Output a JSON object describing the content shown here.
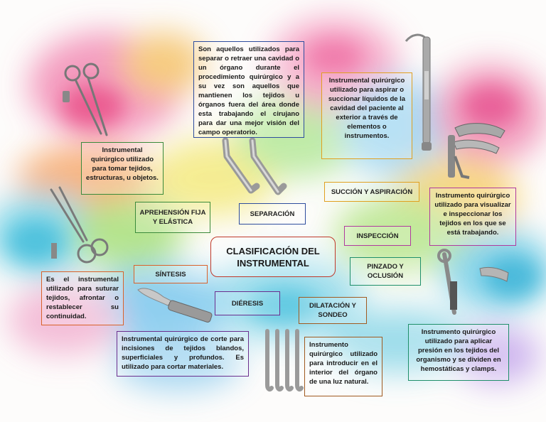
{
  "title": {
    "line1": "CLASIFICACIÓN DEL",
    "line2": "INSTRUMENTAL"
  },
  "categories": {
    "separacion": "SEPARACIÓN",
    "aprehension": "APREHENSIÓN FIJA Y ELÁSTICA",
    "sintesis": "SÍNTESIS",
    "dieresis": "DIÉRESIS",
    "succion": "SUCCIÓN Y ASPIRACIÓN",
    "inspeccion": "INSPECCIÓN",
    "pinzado": "PINZADO Y OCLUSIÓN",
    "dilatacion": "DILATACIÓN Y SONDEO"
  },
  "definitions": {
    "separacion": "Son aquellos utilizados para separar o retraer una cavidad o un órgano durante el procedimiento quirúrgico y a su vez son aquellos que mantienen los tejidos u órganos fuera del área donde esta trabajando el cirujano para dar una mejor visión del campo operatorio.",
    "aprehension": "Instrumental quirúrgico utilizado para tomar tejidos, estructuras, u objetos.",
    "sintesis": "Es el instrumental utilizado para suturar tejidos, afrontar o restablecer su continuidad.",
    "dieresis": "Instrumental quirúrgico de corte para incisiones de tejidos blandos, superficiales y profundos. Es utilizado para cortar materiales.",
    "succion": "Instrumental quirúrgico utilizado para aspirar o succionar líquidos de la cavidad del paciente al exterior a través de elementos o instrumentos.",
    "inspeccion": "Instrumento quirúrgico utilizado para visualizar e inspeccionar los tejidos en los que se está trabajando.",
    "pinzado": "Instrumento quirúrgico utilizado para aplicar presión en los tejidos del organismo y se dividen en hemostáticas y clamps.",
    "dilatacion": "Instrumento quirúrgico utilizado para introducir en el interior del órgano de una luz natural."
  },
  "colors": {
    "separacion": "#2e4d9e",
    "aprehension": "#3a8a3a",
    "sintesis": "#d9622b",
    "dieresis": "#6a2e8e",
    "succion": "#e0a020",
    "inspeccion": "#b03a9e",
    "pinzado": "#1f8f6a",
    "dilatacion": "#a05a20",
    "title": "#c0392b"
  },
  "icons": {
    "separacion": "retractor-icon",
    "aprehension": "forceps-icon",
    "sintesis": "needle-holder-icon",
    "dieresis": "scalpel-icon",
    "succion": "suction-tube-icon",
    "inspeccion": "speculum-icon",
    "pinzado": "clamp-icon",
    "dilatacion": "dilator-icon"
  }
}
